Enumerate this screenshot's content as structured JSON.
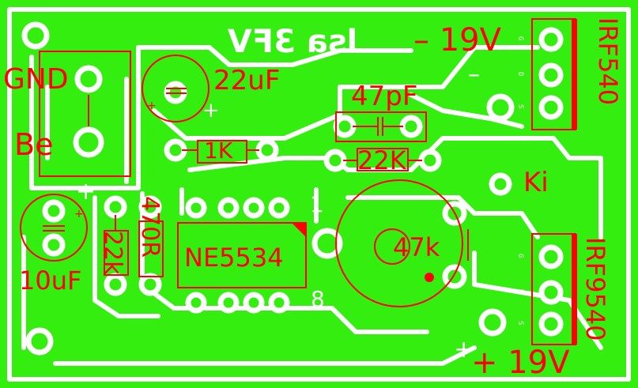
{
  "board": {
    "mirror_text": "lsa 3FV",
    "labels": {
      "gnd": "GND",
      "be": "Be",
      "c22u": "22uF",
      "c10u": "10uF",
      "c47p": "47pF",
      "r1k": "1K",
      "r22k_top": "22K",
      "r22k_left": "22k",
      "r470": "470R",
      "ic": "NE5534",
      "pin1": "1",
      "pin8": "8",
      "pot": "47k",
      "ki": "Ki",
      "neg_supply": "– 19V",
      "pos_supply": "+ 19V",
      "q_top": "IRF540",
      "q_bottom": "IRF9540",
      "plus": "+",
      "minus": "–",
      "pin_g": "G",
      "pin_d": "D",
      "pin_s": "S"
    },
    "colors": {
      "copper": "#33ee0f",
      "background": "#ffffff",
      "silkscreen": "#ff0000"
    }
  }
}
